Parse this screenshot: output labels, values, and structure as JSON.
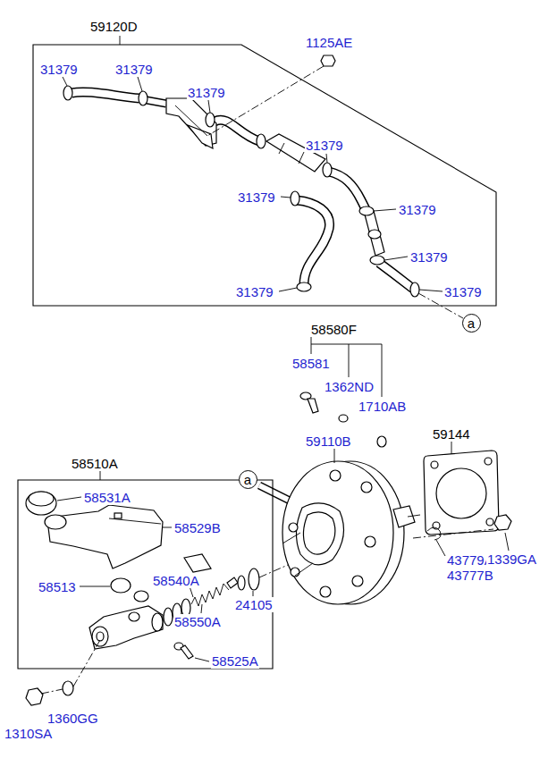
{
  "diagram": {
    "nodes": [
      {
        "text": [
          "59120D"
        ]
      },
      {
        "text": [
          "58510A"
        ]
      },
      {
        "text": [
          "a"
        ]
      },
      {
        "text": [
          "a"
        ]
      }
    ],
    "labels": [
      "31379",
      "31379",
      "1125AE",
      "31379",
      "31379",
      "31379",
      "31379",
      "31379",
      "31379",
      "31379",
      "58580F",
      "58581",
      "1362ND",
      "1710AB",
      "59110B",
      "59144",
      "58531A",
      "58529B",
      "58513",
      "58540A",
      "24105",
      "58550A",
      "43779A",
      "43777B",
      "1339GA",
      "58525A",
      "1360GG",
      "1310SA"
    ]
  }
}
